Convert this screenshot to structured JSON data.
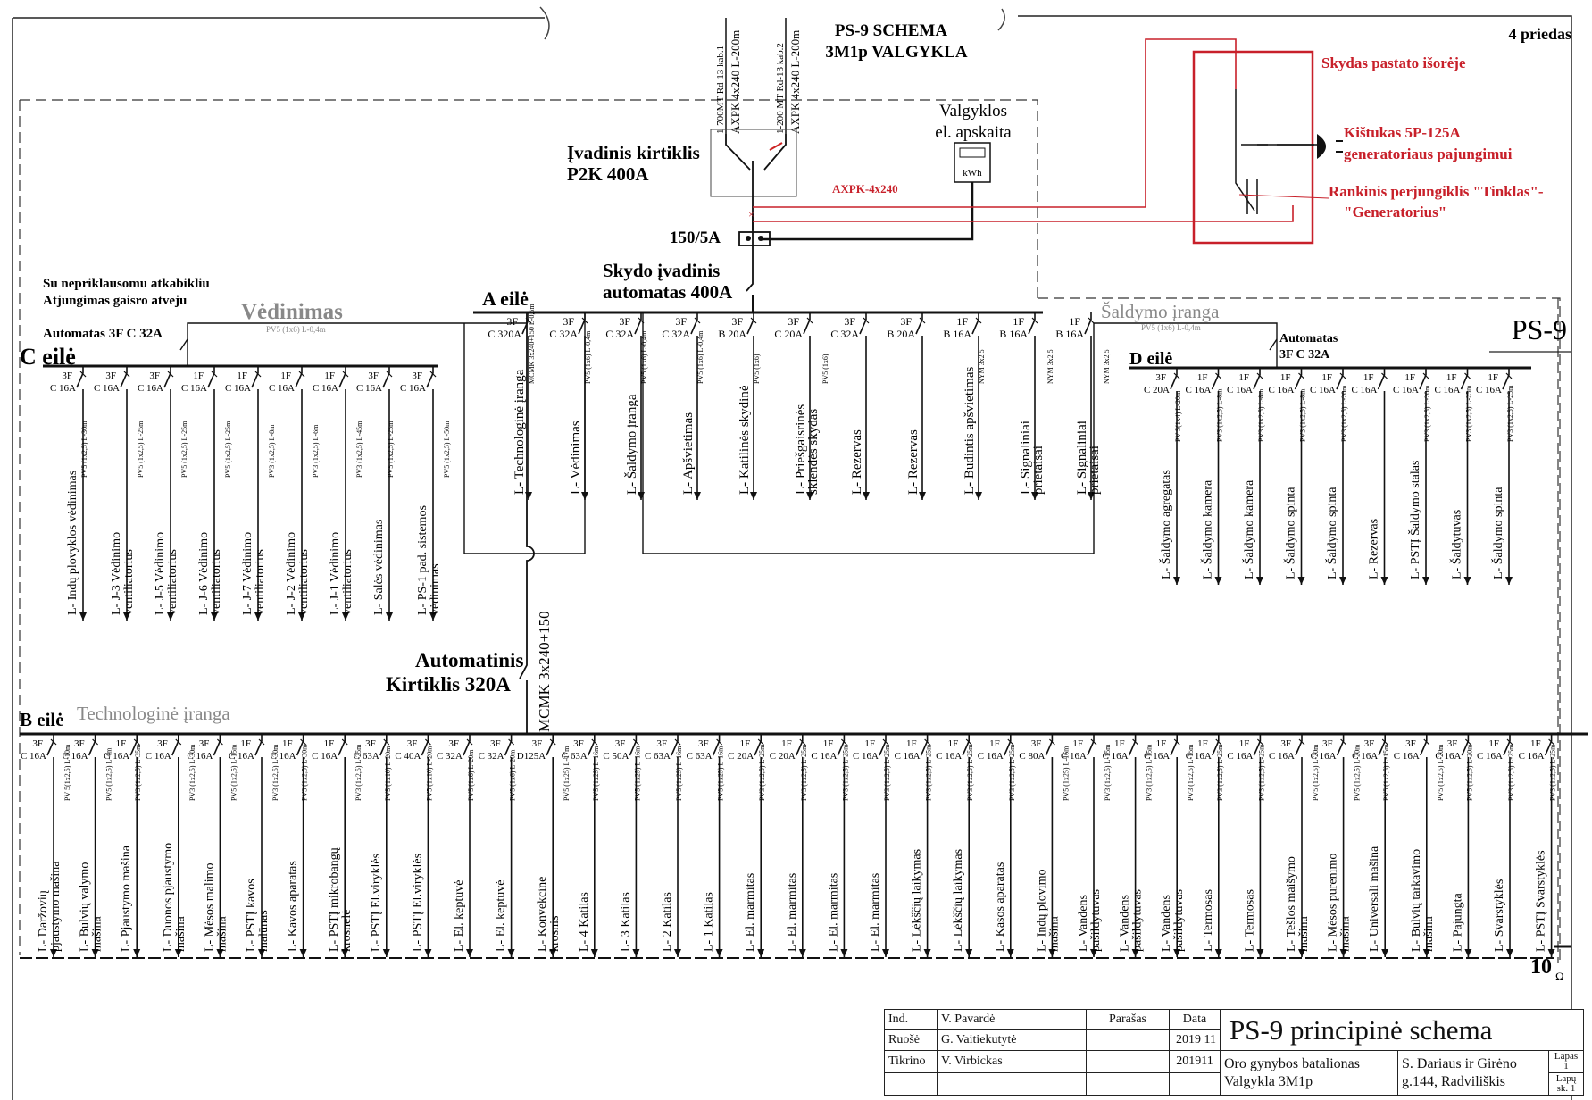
{
  "header": {
    "title_line1": "PS-9 SCHEMA",
    "title_line2": "3M1p VALGYKLA",
    "appendix": "4 priedas",
    "panel_label": "PS-9"
  },
  "feed": {
    "cable1": "1-700MT Rd-13 kab.1",
    "cable1b": "AXPK 4x240 L-200m",
    "cable2": "1-200 MT Rd-13 kab.2",
    "cable2b": "AXPK 4x240 L-200m",
    "breaker_line1": "Įvadinis kirtiklis",
    "breaker_line2": "P2K 400A",
    "meter_line1": "Valgyklos",
    "meter_line2": "el. apskaita",
    "meter_unit": "kWh",
    "ct": "150/5A",
    "auto_line1": "Skydo įvadinis",
    "auto_line2": "automatas 400A",
    "axpk": "AXPK-4x240"
  },
  "generator": {
    "box_label": "Skydas pastato išorėje",
    "plug_line1": "Kištukas 5P-125A",
    "plug_line2": "generatoriaus pajungimui",
    "switch_line1": "Rankinis perjungiklis \"Tinklas\"-",
    "switch_line2": "\"Generatorius\""
  },
  "notes": {
    "fire_line1": "Su nepriklausomu atkabikliu",
    "fire_line2": "Atjungimas gaisro atveju",
    "auto_c": "Automatas 3F C 32A",
    "auto_d_line1": "Automatas",
    "auto_d_line2": "3F C 32A",
    "main320_line1": "Automatinis",
    "main320_line2": "Kirtiklis  320A",
    "mcmk": "MCMK 3x240+150"
  },
  "rows": {
    "a": {
      "title": "A eilė",
      "breakers": [
        {
          "p": "3F",
          "r": "C 320A",
          "name": "L- Technologinė įranga",
          "cable": "MCMK 3x240+150 L-0,5m"
        },
        {
          "p": "3F",
          "r": "C 32A",
          "name": "L- Vėdinimas",
          "cable": "PV5 (1x6) L-0,4m"
        },
        {
          "p": "3F",
          "r": "C 32A",
          "name": "L- Šaldymo įranga",
          "cable": "PV5 (1x6) L-0,4m"
        },
        {
          "p": "3F",
          "r": "C 32A",
          "name": "L- Apšvietimas",
          "cable": "PV5 (1x6) L-0,4m"
        },
        {
          "p": "3F",
          "r": "B 20A",
          "name": "L- Katilinės skydinė",
          "cable": "PV5 (1x6)"
        },
        {
          "p": "3F",
          "r": "C 20A",
          "name": "L- Priešgaisrinės sklendės skydas",
          "cable": "PV5 (1x6)"
        },
        {
          "p": "3F",
          "r": "C 32A",
          "name": "L- Rezervas",
          "cable": ""
        },
        {
          "p": "3F",
          "r": "B 20A",
          "name": "L- Rezervas",
          "cable": ""
        },
        {
          "p": "1F",
          "r": "B 16A",
          "name": "L- Budintis apšvietimas",
          "cable": "NYM 3x2,5"
        },
        {
          "p": "1F",
          "r": "B 16A",
          "name": "L- Signaliniai prietaisai",
          "cable": "NYM 3x2,5"
        },
        {
          "p": "1F",
          "r": "B 16A",
          "name": "L- Signaliniai prietaisai",
          "cable": "NYM 3x2,5"
        }
      ]
    },
    "c": {
      "title": "C eilė",
      "group": "Vėdinimas",
      "group_cable": "PV5 (1x6) L-0,4m",
      "breakers": [
        {
          "p": "3F",
          "r": "C 16A",
          "name": "L- Indų plovyklos vėdinimas",
          "cable": "PV5 (1x2,5) L-30m"
        },
        {
          "p": "3F",
          "r": "C 16A",
          "name": "L- J-3 Vėdinimo ventiliatorius",
          "cable": "PV5 (1x2,5) L-25m"
        },
        {
          "p": "3F",
          "r": "C 16A",
          "name": "L- J-5 Vėdinimo ventiliatorius",
          "cable": "PV5 (1x2,5) L-25m"
        },
        {
          "p": "1F",
          "r": "C 16A",
          "name": "L- J-6 Vėdinimo ventiliatorius",
          "cable": "PV5 (1x2,5) L-25m"
        },
        {
          "p": "1F",
          "r": "C 16A",
          "name": "L- J-7 Vėdinimo ventiliatorius",
          "cable": "PV3 (1x2,5) L-8m"
        },
        {
          "p": "1F",
          "r": "C 16A",
          "name": "L- J-2 Vėdinimo ventiliatorius",
          "cable": "PV3 (1x2,5) L-6m"
        },
        {
          "p": "1F",
          "r": "C 16A",
          "name": "L- J-1 Vėdinimo ventiliatorius",
          "cable": "PV3 (1x2,5) L-45m"
        },
        {
          "p": "3F",
          "r": "C 16A",
          "name": "L- Salės vėdinimas",
          "cable": "PV5 (1x2,5) L-25m"
        },
        {
          "p": "3F",
          "r": "C 16A",
          "name": "L- PS-1 pad. sistemos vėdinimas",
          "cable": "PV5 (1x2,5) L-50m"
        }
      ]
    },
    "d": {
      "title": "D eilė",
      "group": "Šaldymo įranga",
      "group_cable": "PV5 (1x6) L-0,4m",
      "breakers": [
        {
          "p": "3F",
          "r": "C 20A",
          "name": "L- Šaldymo agregatas",
          "cable": "PV 5(1x4) L-20m"
        },
        {
          "p": "1F",
          "r": "C 16A",
          "name": "L- Šaldymo kamera",
          "cable": "PV3 (1x2,5) L-8m"
        },
        {
          "p": "1F",
          "r": "C 16A",
          "name": "L- Šaldymo kamera",
          "cable": "PV3 (1x2,5) L-8m"
        },
        {
          "p": "1F",
          "r": "C 16A",
          "name": "L- Šaldymo spinta",
          "cable": "PV3 (1x2,5) L-8m"
        },
        {
          "p": "1F",
          "r": "C 16A",
          "name": "L- Šaldymo spinta",
          "cable": "PV3 (1x2,5) L-20m"
        },
        {
          "p": "1F",
          "r": "C 16A",
          "name": "L- Rezervas",
          "cable": ""
        },
        {
          "p": "1F",
          "r": "C 16A",
          "name": "L- PSTĮ Šaldymo stalas",
          "cable": "PV3 (1x2,5) L-20m"
        },
        {
          "p": "1F",
          "r": "C 16A",
          "name": "L- Šaldytuvas",
          "cable": "PV3 (1x2,5) L-25m"
        },
        {
          "p": "1F",
          "r": "C 16A",
          "name": "L- Šaldymo spinta",
          "cable": "PV3 (1x2,5) L-25m"
        }
      ]
    },
    "b": {
      "title": "B eilė",
      "group": "Technologinė įranga",
      "breakers": [
        {
          "p": "3F",
          "r": "C 16A",
          "name": "L- Daržovių pjaustymo mašina",
          "cable": "PV 5(1x2,5) L-10m"
        },
        {
          "p": "3F",
          "r": "C 16A",
          "name": "L- Bulvių valymo mašina",
          "cable": "PV5 (1x2,5) L-4m"
        },
        {
          "p": "1F",
          "r": "C 16A",
          "name": "L- Pjaustymo mašina",
          "cable": "PV3 (1x2,5) L-35m"
        },
        {
          "p": "3F",
          "r": "C 16A",
          "name": "L- Duonos pjaustymo mašina",
          "cable": "PV3 (1x2,5) L-30m"
        },
        {
          "p": "3F",
          "r": "C 16A",
          "name": "L- Mėsos malimo mašina",
          "cable": "PV5 (1x2,5) L-15m"
        },
        {
          "p": "1F",
          "r": "C 16A",
          "name": "L- PSTĮ kavos malūnas",
          "cable": "PV3 (1x2,5) L-30m"
        },
        {
          "p": "1F",
          "r": "C 16A",
          "name": "L- Kavos aparatas",
          "cable": "PV3 (1x2,5) L-30m"
        },
        {
          "p": "1F",
          "r": "C 16A",
          "name": "L- PSTĮ mikrobangų krosnelė",
          "cable": "PV3 (1x2,5) L-25m"
        },
        {
          "p": "3F",
          "r": "C 63A",
          "name": "L- PSTĮ El.viryklės",
          "cable": "PV5 (1x10) L-20m"
        },
        {
          "p": "3F",
          "r": "C 40A",
          "name": "L- PSTĮ El.viryklės",
          "cable": "PV5 (1x10) L-20m"
        },
        {
          "p": "3F",
          "r": "C 32A",
          "name": "L- El. keptuvė",
          "cable": "PV5 (1x6) L-20m"
        },
        {
          "p": "3F",
          "r": "C 32A",
          "name": "L- El. keptuvė",
          "cable": "PV5 (1x6) L-20m"
        },
        {
          "p": "3F",
          "r": "D125A",
          "name": "L- Konvekcinė krosnis",
          "cable": "PV5 (1x25) L-17m"
        },
        {
          "p": "3F",
          "r": "C 63A",
          "name": "L- 4 Katilas",
          "cable": "PV5 (1x25) L-16m"
        },
        {
          "p": "3F",
          "r": "C 50A",
          "name": "L- 3 Katilas",
          "cable": "PV5 (1x25) L-16m"
        },
        {
          "p": "3F",
          "r": "C 63A",
          "name": "L- 2 Katilas",
          "cable": "PV5 (1x25) L-16m"
        },
        {
          "p": "3F",
          "r": "C 63A",
          "name": "L- 1 Katilas",
          "cable": "PV5 (1x25) L-16m"
        },
        {
          "p": "1F",
          "r": "C 20A",
          "name": "L- El. marmitas",
          "cable": "PV3 (1x2,5) L-25m"
        },
        {
          "p": "1F",
          "r": "C 20A",
          "name": "L- El. marmitas",
          "cable": "PV3 (1x2,5) L-25m"
        },
        {
          "p": "1F",
          "r": "C 16A",
          "name": "L- El. marmitas",
          "cable": "PV3 (1x2,5) L-25m"
        },
        {
          "p": "1F",
          "r": "C 16A",
          "name": "L- El. marmitas",
          "cable": "PV3 (1x2,5) L-25m"
        },
        {
          "p": "1F",
          "r": "C 16A",
          "name": "L- Lėkščių laikymas",
          "cable": "PV3 (1x2,5) L-25m"
        },
        {
          "p": "1F",
          "r": "C 16A",
          "name": "L- Lėkščių laikymas",
          "cable": "PV3 (1x2,5) L-25m"
        },
        {
          "p": "1F",
          "r": "C 16A",
          "name": "L- Kasos aparatas",
          "cable": "PV3 (1x2,5) L-25m"
        },
        {
          "p": "3F",
          "r": "C 80A",
          "name": "L- Indų plovimo mašina",
          "cable": "PV5 (1x25) L-16m"
        },
        {
          "p": "1F",
          "r": "C 16A",
          "name": "L- Vandens pašildytuvas",
          "cable": "PV3 (1x2,5) L-15m"
        },
        {
          "p": "1F",
          "r": "C 16A",
          "name": "L- Vandens pašildytuvas",
          "cable": "PV3 (1x2,5) L-15m"
        },
        {
          "p": "1F",
          "r": "C 16A",
          "name": "L- Vandens pašildytuvas",
          "cable": "PV3 (1x2,5) L-15m"
        },
        {
          "p": "1F",
          "r": "C 16A",
          "name": "L- Termosas",
          "cable": "PV3 (1x2,5) L-25m"
        },
        {
          "p": "1F",
          "r": "C 16A",
          "name": "L- Termosas",
          "cable": "PV3 (1x2,5) L-25m"
        },
        {
          "p": "3F",
          "r": "C 16A",
          "name": "L- Tešlos maišymo mašina",
          "cable": "PV5 (1x2,5) L-20m"
        },
        {
          "p": "3F",
          "r": "C 16A",
          "name": "L- Mėsos purenimo mašina",
          "cable": "PV5 (1x2,5) L-20m"
        },
        {
          "p": "3F",
          "r": "C 16A",
          "name": "L- Universali mašina",
          "cable": "PV5 (1x2,5) L-15m"
        },
        {
          "p": "3F",
          "r": "C 16A",
          "name": "L- Bulvių tarkavimo mašina",
          "cable": "PV5 (1x2,5) L-20m"
        },
        {
          "p": "3F",
          "r": "C 16A",
          "name": "L- Pajungta",
          "cable": "PV5 (1x2,5) L-20m"
        },
        {
          "p": "1F",
          "r": "C 16A",
          "name": "L- Svarstyklės",
          "cable": "PV3 (1x2,5) L-25m"
        },
        {
          "p": "1F",
          "r": "C 16A",
          "name": "L- PSTĮ Svarstyklės",
          "cable": "PV3 (1x2,5) L-25m"
        }
      ]
    }
  },
  "earth": {
    "value": "10",
    "unit": "Ω"
  },
  "titleblock": {
    "col_ind": "Ind.",
    "col_name": "V. Pavardė",
    "col_sign": "Parašas",
    "col_date": "Data",
    "r1_role": "Ruošė",
    "r1_name": "G. Vaitiekutytė",
    "r1_date": "2019 11",
    "r2_role": "Tikrino",
    "r2_name": "V. Virbickas",
    "r2_date": "201911",
    "doc_title": "PS-9 principinė schema",
    "org_line1": "Oro gynybos batalionas",
    "org_line2": "Valgykla 3M1p",
    "addr_line1": "S. Dariaus ir Girėno",
    "addr_line2": "g.144, Radviliškis",
    "sheet_label": "Lapas",
    "sheet_value": "1",
    "sheets_label": "Lapų",
    "sheets_value": "sk. 1"
  }
}
